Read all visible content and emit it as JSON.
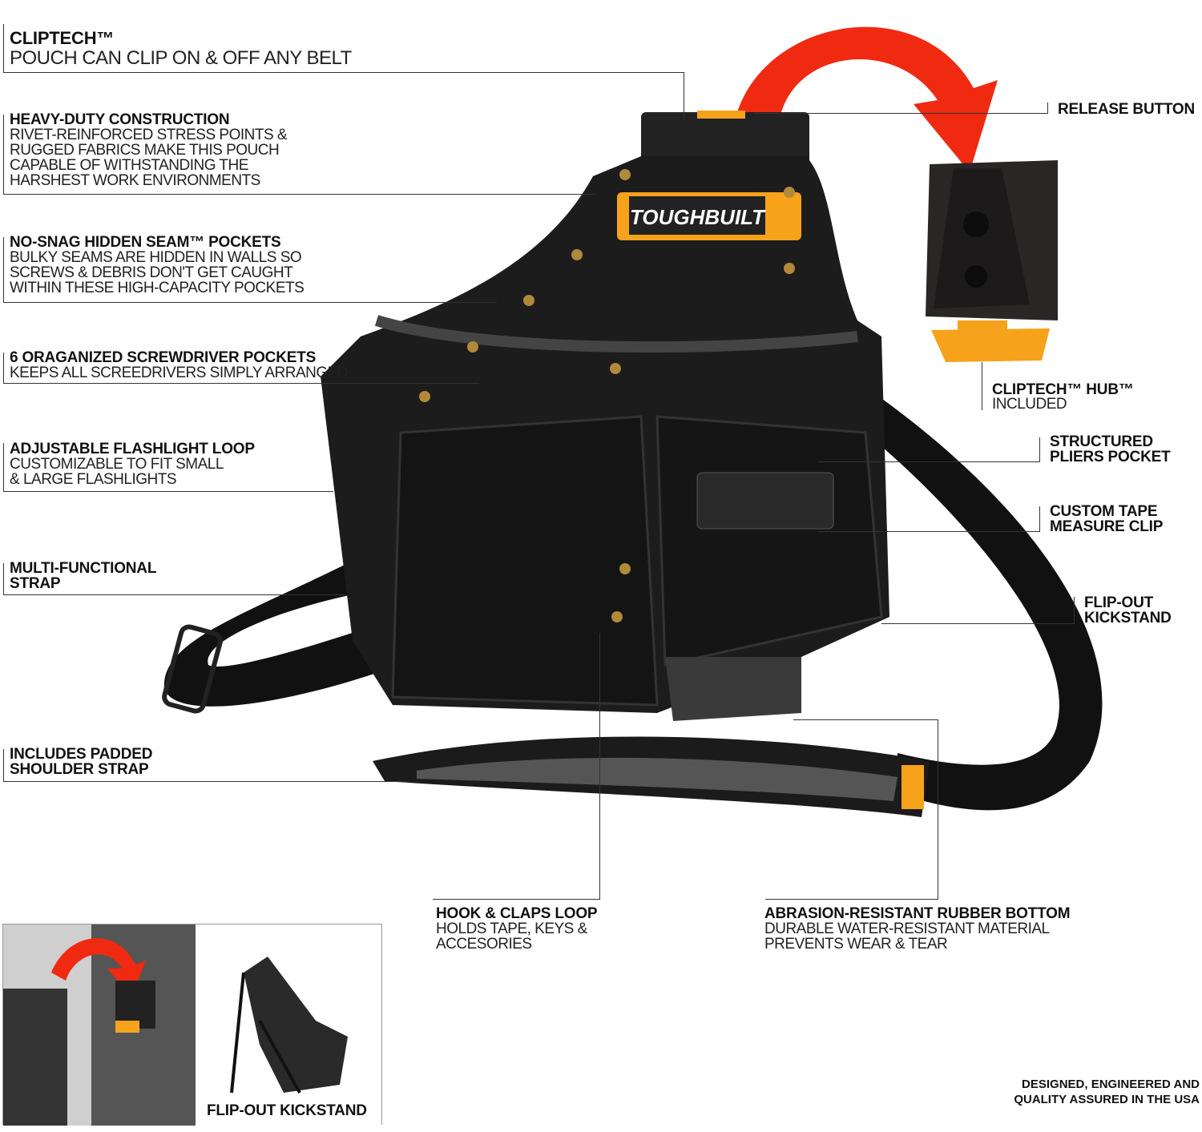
{
  "brand": "TOUGHBUILT",
  "colors": {
    "arrow": "#f02a10",
    "accent": "#f7a21b",
    "bag": "#1a1a1a"
  },
  "left": [
    {
      "title": "CLIPTECH™",
      "desc": [
        "POUCH CAN CLIP ON & OFF ANY BELT"
      ]
    },
    {
      "title": "HEAVY-DUTY CONSTRUCTION",
      "desc": [
        "RIVET-REINFORCED STRESS  POINTS &",
        "RUGGED FABRICS MAKE THIS  POUCH",
        "CAPABLE OF WITHSTANDING THE",
        "HARSHEST WORK ENVIRONMENTS"
      ]
    },
    {
      "title": "NO-SNAG HIDDEN  SEAM™ POCKETS",
      "desc": [
        "BULKY SEAMS ARE HIDDEN IN WALLS SO",
        "SCREWS & DEBRIS DON'T GET CAUGHT",
        "WITHIN THESE HIGH-CAPACITY POCKETS"
      ]
    },
    {
      "title": "6 ORAGANIZED SCREWDRIVER POCKETS",
      "desc": [
        "KEEPS ALL SCREEDRIVERS SIMPLY ARRANGED"
      ]
    },
    {
      "title": "ADJUSTABLE FLASHLIGHT LOOP",
      "desc": [
        "CUSTOMIZABLE TO FIT SMALL",
        "& LARGE FLASHLIGHTS"
      ]
    },
    {
      "title": "MULTI-FUNCTIONAL",
      "desc": [
        "STRAP"
      ]
    },
    {
      "title": "INCLUDES PADDED",
      "desc": [
        "SHOULDER STRAP"
      ]
    }
  ],
  "right": [
    {
      "title": "RELEASE BUTTON"
    },
    {
      "title": "CLIPTECH™ HUB™",
      "desc": "INCLUDED"
    },
    {
      "title": "STRUCTURED",
      "title2": "PLIERS POCKET"
    },
    {
      "title": "CUSTOM TAPE",
      "title2": "MEASURE CLIP"
    },
    {
      "title": "FLIP-OUT",
      "title2": "KICKSTAND"
    }
  ],
  "bottom": [
    {
      "title": "HOOK & CLAPS LOOP",
      "desc": [
        "HOLDS TAPE, KEYS &",
        "ACCESORIES"
      ]
    },
    {
      "title": "ABRASION-RESISTANT RUBBER BOTTOM",
      "desc": [
        "DURABLE WATER-RESISTANT MATERIAL",
        "PREVENTS WEAR & TEAR"
      ]
    }
  ],
  "inset": {
    "caption": "FLIP-OUT KICKSTAND"
  },
  "footer": [
    "DESIGNED, ENGINEERED AND",
    "QUALITY ASSURED IN THE USA"
  ]
}
